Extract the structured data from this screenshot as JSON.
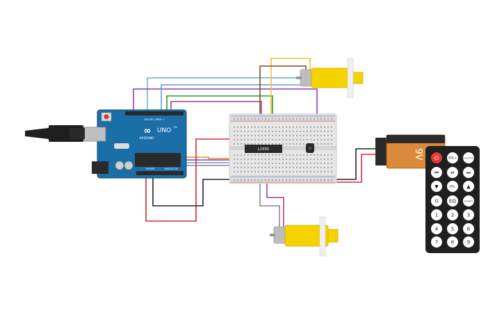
{
  "arduino": {
    "brand": "ARDUINO",
    "model": "UNO",
    "digital_label": "DIGITAL (PWM~)",
    "analog_label": "ANALOG IN",
    "power_label": "POWER",
    "on_label": "ON"
  },
  "breadboard": {
    "chip_label": "L293D"
  },
  "battery": {
    "label": "9V"
  },
  "remote": {
    "buttons": [
      "",
      "VOL+",
      "FUNC/STOP",
      "⏮",
      "⏯",
      "⏭",
      "▼",
      "VOL-",
      "▲",
      "0",
      "EQ",
      "ST/REPT",
      "1",
      "2",
      "3",
      "4",
      "5",
      "6",
      "7",
      "8",
      "9"
    ]
  },
  "colors": {
    "board": "#1a6fa8",
    "motor_yellow": "#f5d300",
    "battery_orange": "#d98a3a",
    "remote_black": "#1f1f1f",
    "power_red": "#e53935",
    "wire_red": "#d32f2f",
    "wire_black": "#222222",
    "wire_yellow": "#e6c22a",
    "wire_purple": "#8e3ab8",
    "wire_green": "#2e9a2e",
    "wire_orange": "#e88a1a",
    "wire_brown": "#7a4a26",
    "wire_blue": "#5aa0d0",
    "wire_gray": "#8a8a8a",
    "wire_magenta": "#b03a8a"
  }
}
